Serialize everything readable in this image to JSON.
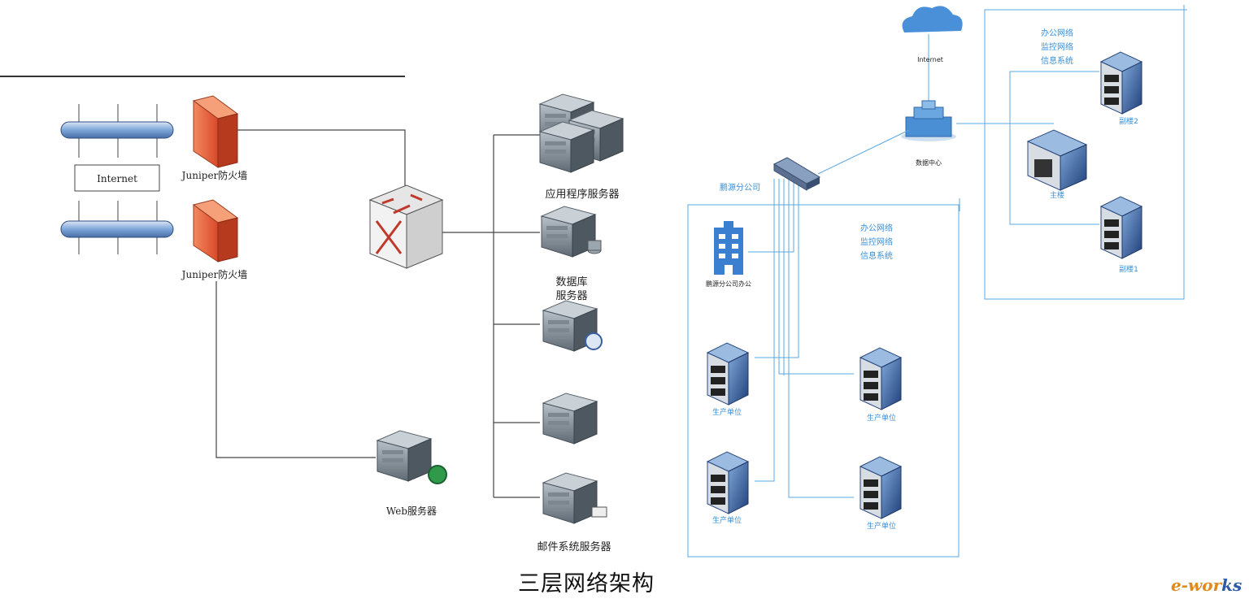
{
  "caption": "三层网络架构",
  "brand": {
    "prefix": "e-wor",
    "suffix": "ks"
  },
  "left": {
    "internet_label": "Internet",
    "firewall_top_label": "Juniper防火墙",
    "firewall_bottom_label": "Juniper防火墙",
    "app_server_label": "应用程序服务器",
    "db_server_label_line1": "数据库",
    "db_server_label_line2": "服务器",
    "web_server_label": "Web服务器",
    "mail_server_label": "邮件系统服务器"
  },
  "right": {
    "cloud_label": "Internet",
    "datacenter_label": "数据中心",
    "branch_label": "鹏源分公司",
    "branch_box": {
      "line1": "办公网络",
      "line2": "监控网络",
      "line3": "信息系统"
    },
    "branch_office_label": "鹏源分公司办公",
    "prod_labels": [
      "生产单位",
      "生产单位",
      "生产单位",
      "生产单位"
    ],
    "hq_box": {
      "line1": "办公网络",
      "line2": "监控网络",
      "line3": "信息系统"
    },
    "annex2_label": "副楼2",
    "main_label": "主楼",
    "annex1_label": "副楼1"
  },
  "colors": {
    "line_blue": "#5aa7e0",
    "firewall": "#e8643a",
    "pipe": "#7ea6d8"
  }
}
